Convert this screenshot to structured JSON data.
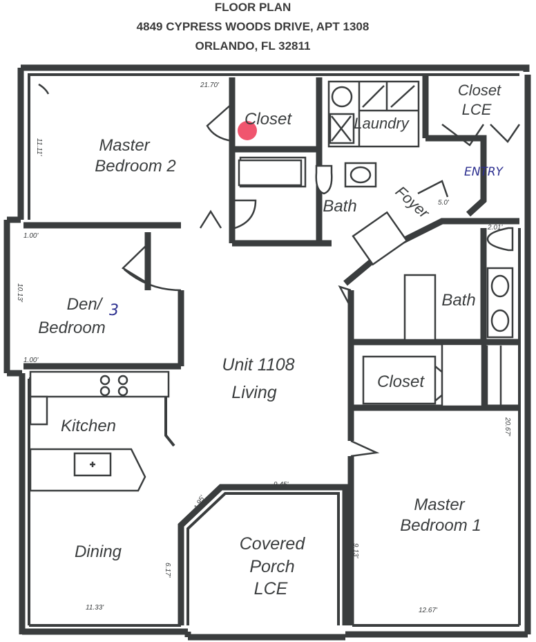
{
  "header": {
    "line1": "FLOOR PLAN",
    "line2": "4849 CYPRESS WOODS DRIVE, APT 1308",
    "line3": "ORLANDO, FL  32811"
  },
  "rooms": {
    "master_bedroom_2": [
      "Master",
      "Bedroom  2"
    ],
    "closet_top": "Closet",
    "laundry": "Laundry",
    "closet_lce": [
      "Closet",
      "LCE"
    ],
    "entry": "ENTRY",
    "bath_upper": "Bath",
    "foyer": "Foyer",
    "den": [
      "Den/",
      "Bedroom"
    ],
    "den_handwritten": "3",
    "bath_right": "Bath",
    "unit_living": [
      "Unit  1108",
      "Living"
    ],
    "closet_right": "Closet",
    "kitchen": "Kitchen",
    "master_bedroom_1": [
      "Master",
      "Bedroom  1"
    ],
    "dining": "Dining",
    "covered_porch": [
      "Covered",
      "Porch",
      "LCE"
    ]
  },
  "dimensions": {
    "d_top_mb2": "21.70'",
    "d_left_mb2": "11.11'",
    "d_den_top": "1.00'",
    "d_den_left": "10.13'",
    "d_den_bottom": "1.00'",
    "d_bath_right": "2.01'",
    "d_mb1_right": "20.67'",
    "d_porch_top": "9.45'",
    "d_porch_corner": "1.95'",
    "d_porch_left": "6.17'",
    "d_mb1_left": "9.13'",
    "d_dining_bottom": "11.33'",
    "d_mb1_bottom": "12.67'",
    "d_foyer": "5.0'"
  },
  "colors": {
    "ink": "#3a3d3e",
    "handwriting": "#2c2f8f",
    "marker": "#f0556e"
  }
}
